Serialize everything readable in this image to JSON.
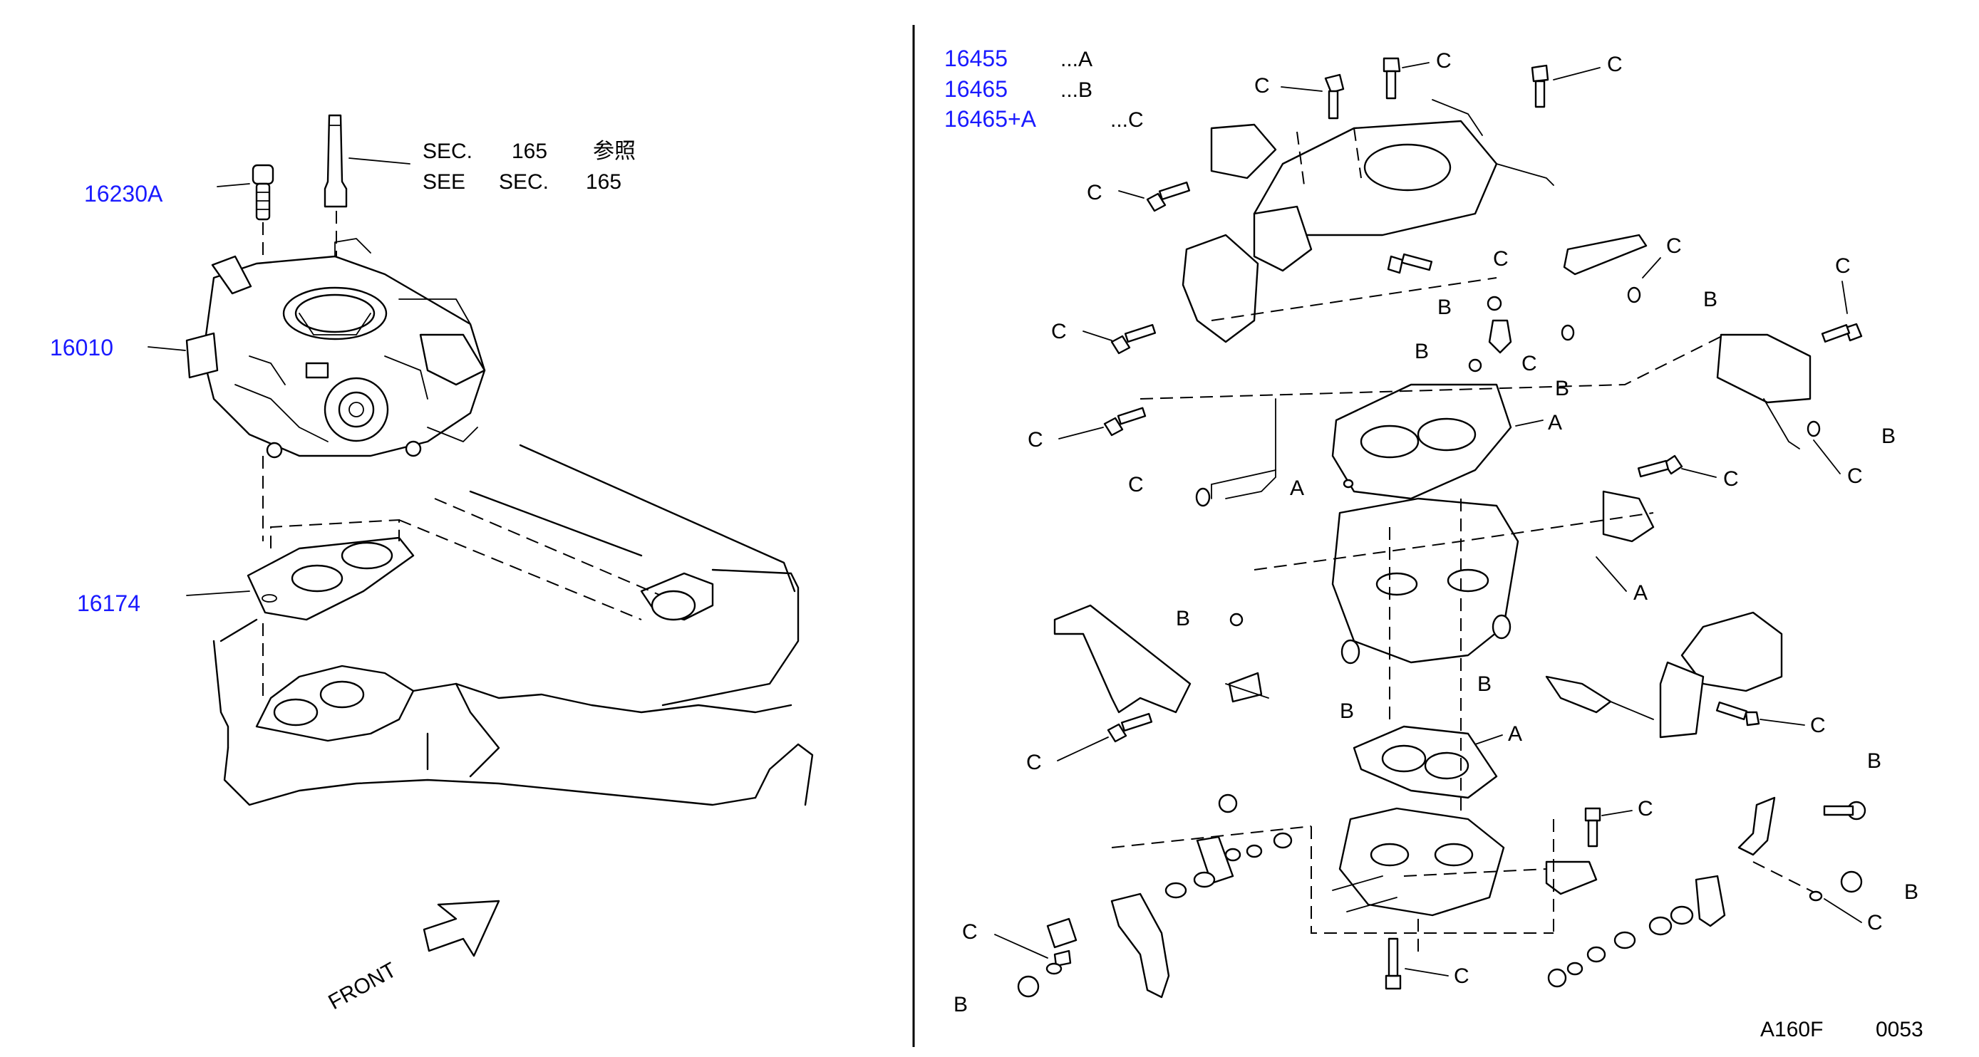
{
  "left": {
    "parts": {
      "p16230A": "16230A",
      "p16010": "16010",
      "p16174": "16174"
    },
    "sec_ref": {
      "line1_a": "SEC.",
      "line1_b": "165",
      "line1_c": "参照",
      "line2_a": "SEE",
      "line2_b": "SEC.",
      "line2_c": "165"
    },
    "front": "FRONT"
  },
  "right": {
    "legend": [
      {
        "part": "16455",
        "code": "...A"
      },
      {
        "part": "16465",
        "code": "...B"
      },
      {
        "part": "16465+A",
        "code": "...C"
      }
    ],
    "callouts": {
      "a": "A",
      "b": "B",
      "c": "C"
    }
  },
  "footer": {
    "code": "A160F",
    "number": "0053"
  }
}
